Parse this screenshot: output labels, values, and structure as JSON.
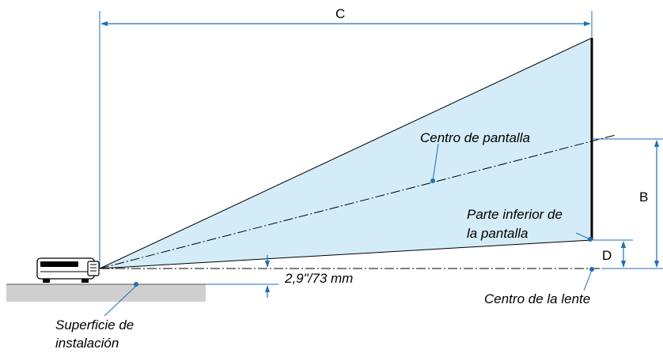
{
  "labels": {
    "c": "C",
    "b": "B",
    "d": "D",
    "screen_center": "Centro de pantalla",
    "screen_bottom_line1": "Parte inferior de",
    "screen_bottom_line2": "la pantalla",
    "lens_offset": "2,9\"/73 mm",
    "lens_center": "Centro de la lente",
    "surface_line1": "Superficie de",
    "surface_line2": "instalación"
  },
  "colors": {
    "beam_fill": "#d3ecf8",
    "ground_fill": "#cfcfcf",
    "arrow_color": "#1e6fb8",
    "dot_color": "#1e6fb8",
    "line_color": "#000000"
  }
}
